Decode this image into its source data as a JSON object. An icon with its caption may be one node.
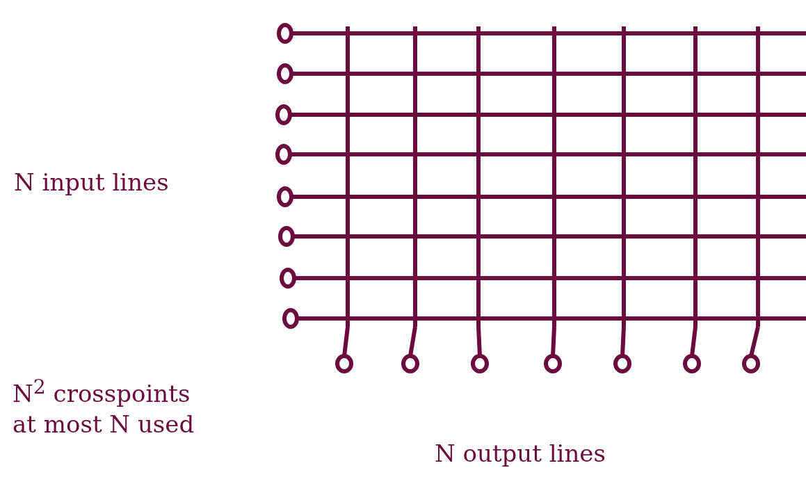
{
  "diagram": {
    "labels": [
      "N input lines",
      "N$^{2}$ crosspoints at most N used",
      "N output lines"
    ]
  }
}
